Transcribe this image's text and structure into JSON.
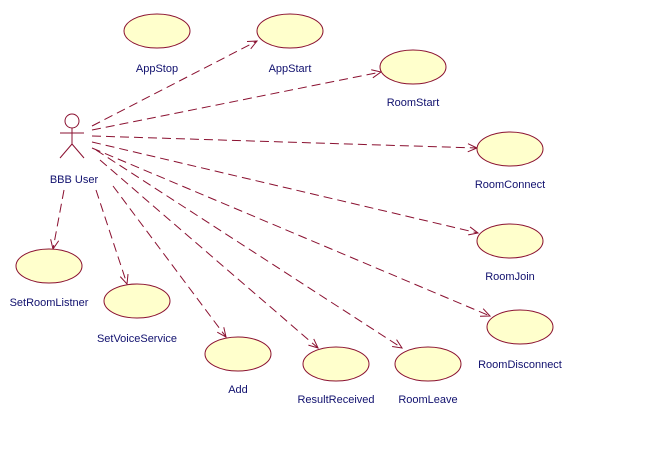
{
  "colors": {
    "line": "#8a1030",
    "usecase_fill": "#ffffcc",
    "label_text": "#10106e",
    "background": "#ffffff"
  },
  "actor": {
    "name": "BBB User"
  },
  "use_cases": [
    {
      "id": "appstop",
      "label": "AppStop",
      "connected": false
    },
    {
      "id": "appstart",
      "label": "AppStart",
      "connected": true
    },
    {
      "id": "roomstart",
      "label": "RoomStart",
      "connected": true
    },
    {
      "id": "roomconnect",
      "label": "RoomConnect",
      "connected": true
    },
    {
      "id": "roomjoin",
      "label": "RoomJoin",
      "connected": true
    },
    {
      "id": "roomdisconnect",
      "label": "RoomDisconnect",
      "connected": true
    },
    {
      "id": "setroomlistner",
      "label": "SetRoomListner",
      "connected": true
    },
    {
      "id": "setvoiceservice",
      "label": "SetVoiceService",
      "connected": true
    },
    {
      "id": "add",
      "label": "Add",
      "connected": true
    },
    {
      "id": "resultreceived",
      "label": "ResultReceived",
      "connected": true
    },
    {
      "id": "roomleave",
      "label": "RoomLeave",
      "connected": true
    }
  ]
}
